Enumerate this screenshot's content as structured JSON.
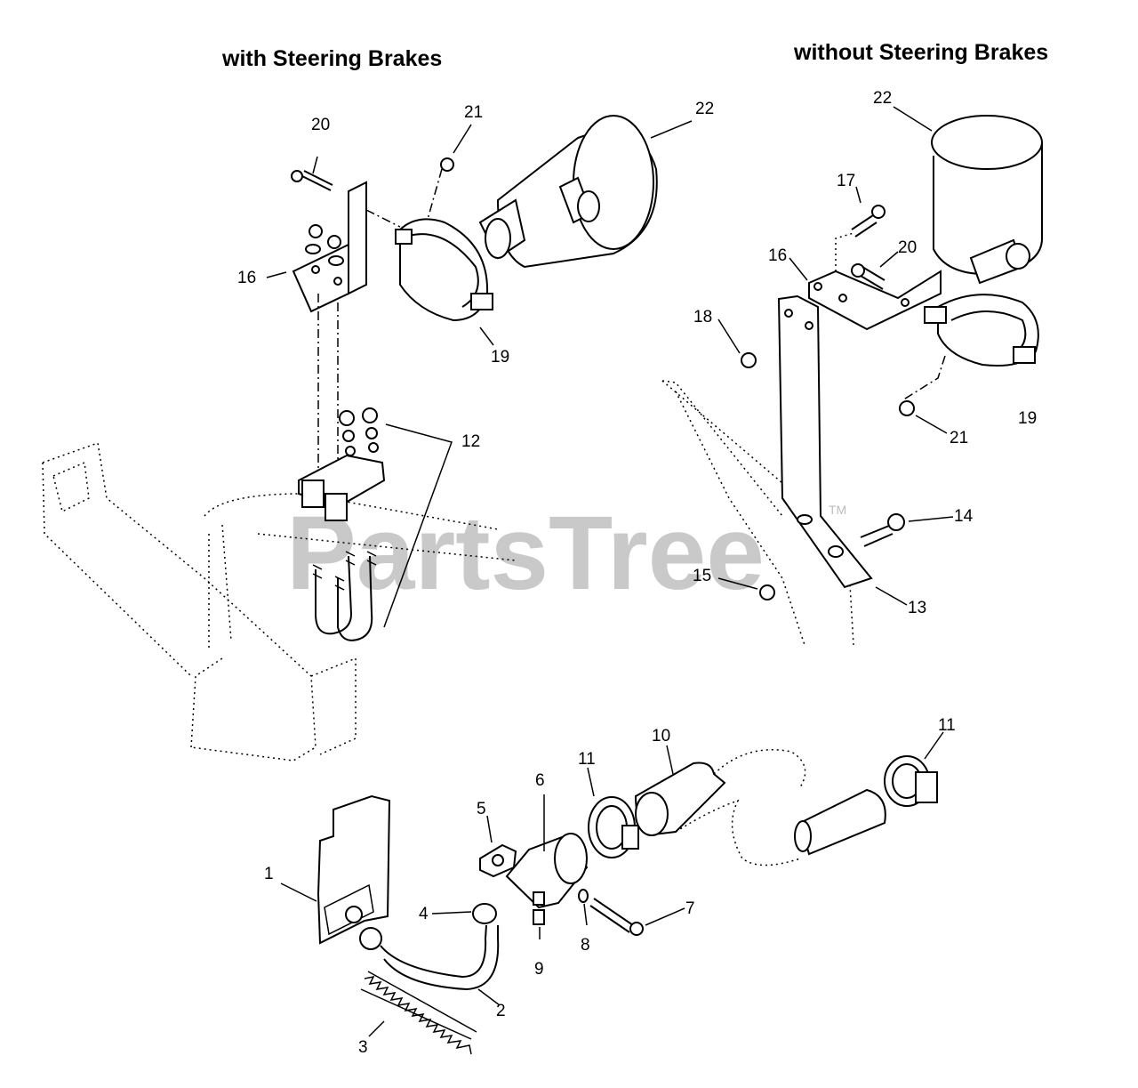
{
  "headings": {
    "with_brakes": "with Steering Brakes",
    "without_brakes": "without  Steering Brakes"
  },
  "watermark": {
    "text": "PartsTree",
    "trademark": "TM"
  },
  "callouts": {
    "c1": "1",
    "c2": "2",
    "c3": "3",
    "c4": "4",
    "c5": "5",
    "c6": "6",
    "c7": "7",
    "c8": "8",
    "c9": "9",
    "c10": "10",
    "c11a": "11",
    "c11b": "11",
    "c12": "12",
    "c13": "13",
    "c14": "14",
    "c15": "15",
    "c16a": "16",
    "c16b": "16",
    "c17": "17",
    "c18": "18",
    "c19a": "19",
    "c19b": "19",
    "c20a": "20",
    "c20b": "20",
    "c21a": "21",
    "c21b": "21",
    "c22a": "22",
    "c22b": "22"
  }
}
